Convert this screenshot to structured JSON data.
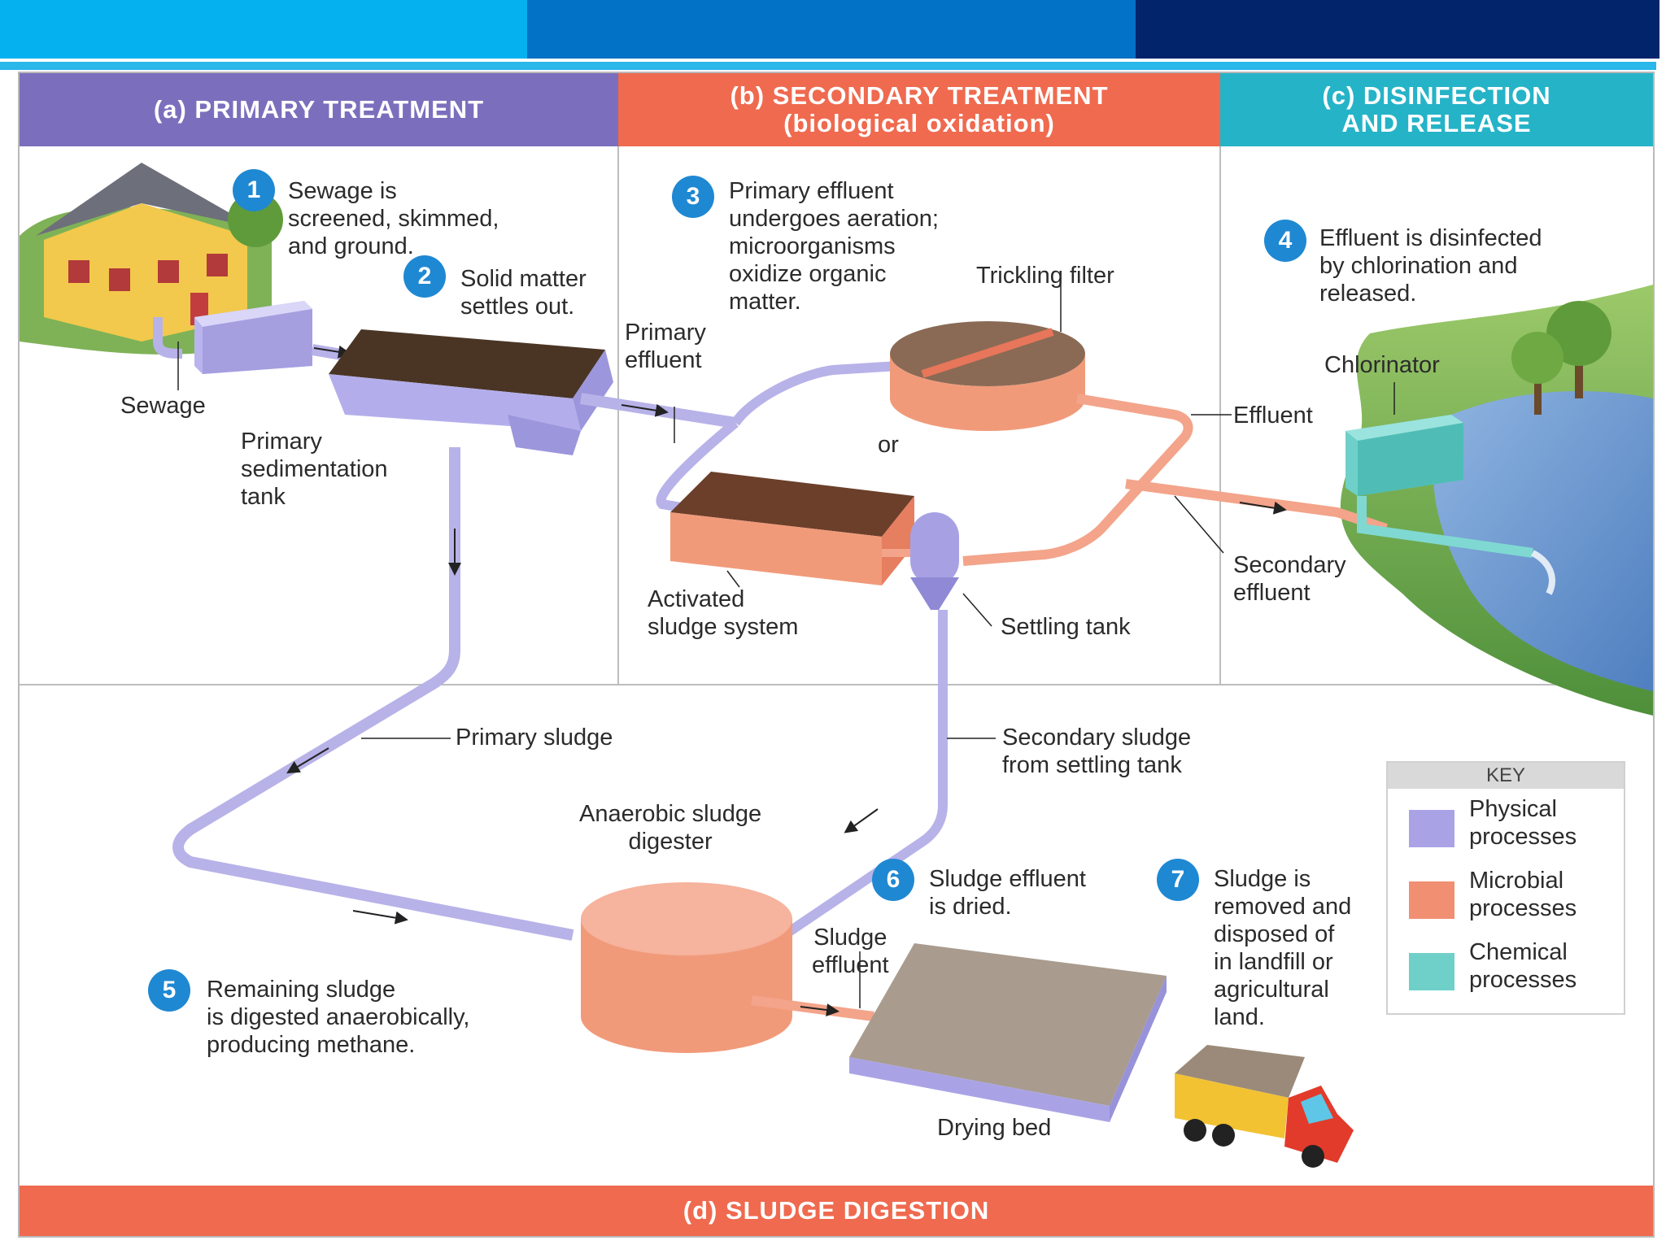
{
  "colors": {
    "physical": "#a9a3e6",
    "microbial": "#f08f72",
    "chemical": "#6fd0c9",
    "header_a": "#7b6fbd",
    "header_b": "#ef6a4f",
    "header_c": "#25b3c8",
    "badge": "#1f88d2"
  },
  "headers": {
    "a": "(a) PRIMARY TREATMENT",
    "b": "(b) SECONDARY TREATMENT\n(biological oxidation)",
    "c": "(c) DISINFECTION\nAND RELEASE",
    "d": "(d) SLUDGE DIGESTION"
  },
  "steps": [
    {
      "num": "1",
      "text": "Sewage is\nscreened, skimmed,\nand ground."
    },
    {
      "num": "2",
      "text": "Solid matter\nsettles out."
    },
    {
      "num": "3",
      "text": "Primary effluent\nundergoes aeration;\nmicroorganisms\noxidize organic\nmatter."
    },
    {
      "num": "4",
      "text": "Effluent is disinfected\nby chlorination and\nreleased."
    },
    {
      "num": "5",
      "text": "Remaining sludge\nis digested anaerobically,\nproducing methane."
    },
    {
      "num": "6",
      "text": "Sludge effluent\nis dried."
    },
    {
      "num": "7",
      "text": "Sludge is\nremoved and\ndisposed of\nin landfill or\nagricultural\nland."
    }
  ],
  "labels": {
    "sewage": "Sewage",
    "primary_tank": "Primary\nsedimentation\ntank",
    "primary_effluent": "Primary\neffluent",
    "trickling_filter": "Trickling filter",
    "or": "or",
    "activated_sludge": "Activated\nsludge system",
    "settling_tank": "Settling tank",
    "effluent": "Effluent",
    "chlorinator": "Chlorinator",
    "secondary_effluent": "Secondary\neffluent",
    "primary_sludge": "Primary sludge",
    "secondary_sludge": "Secondary sludge\nfrom settling tank",
    "digester": "Anaerobic sludge\ndigester",
    "sludge_effluent": "Sludge\neffluent",
    "drying_bed": "Drying bed"
  },
  "key": {
    "title": "KEY",
    "items": [
      {
        "label": "Physical\nprocesses",
        "color": "#a9a3e6"
      },
      {
        "label": "Microbial\nprocesses",
        "color": "#f08f72"
      },
      {
        "label": "Chemical\nprocesses",
        "color": "#6fd0c9"
      }
    ]
  }
}
